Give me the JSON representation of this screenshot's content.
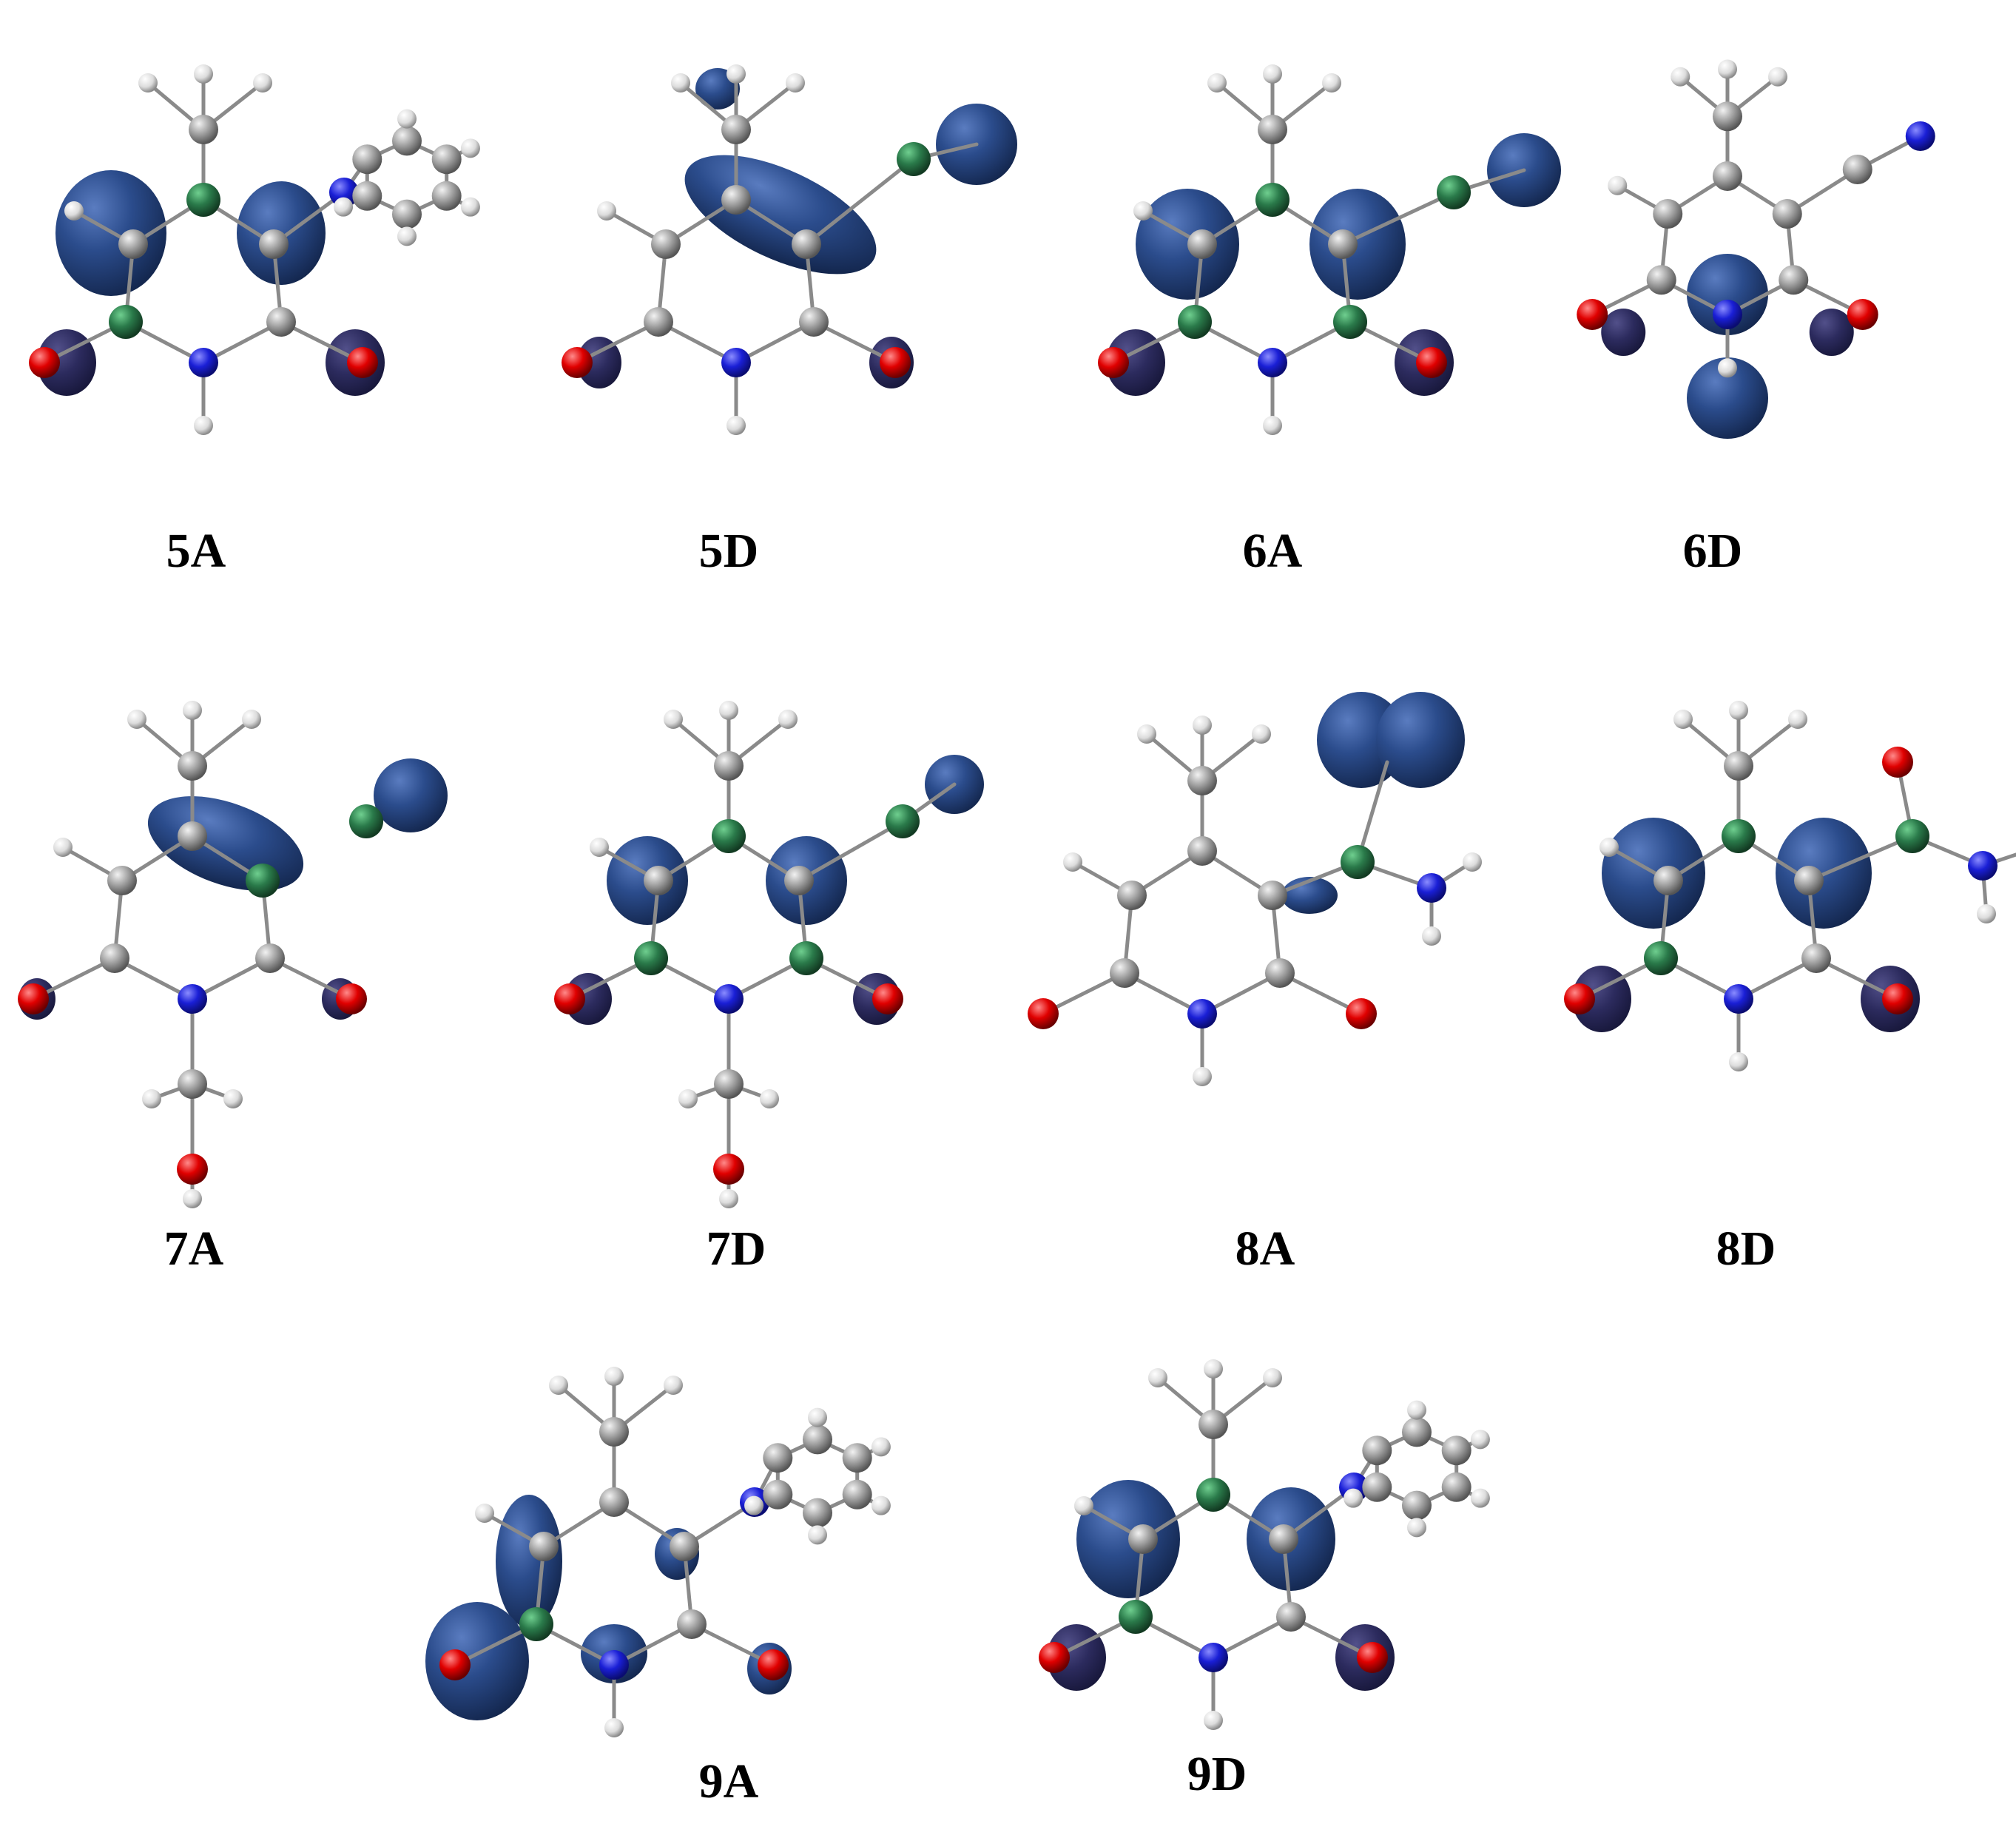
{
  "figure": {
    "panels": [
      {
        "id": "5A",
        "label": "5A"
      },
      {
        "id": "5D",
        "label": "5D"
      },
      {
        "id": "6A",
        "label": "6A"
      },
      {
        "id": "6D",
        "label": "6D"
      },
      {
        "id": "7A",
        "label": "7A"
      },
      {
        "id": "7D",
        "label": "7D"
      },
      {
        "id": "8A",
        "label": "8A"
      },
      {
        "id": "8D",
        "label": "8D"
      },
      {
        "id": "9A",
        "label": "9A"
      },
      {
        "id": "9D",
        "label": "9D"
      }
    ]
  },
  "colors": {
    "lobe": "#24447f",
    "lobe_light": "#3f63a8",
    "carbon": "#9a9a9a",
    "hydrogen": "#ececec",
    "nitrogen": "#1418d0",
    "oxygen": "#e00000",
    "fukui_green": "#2a7a4a",
    "background": "#ffffff",
    "text": "#000000"
  }
}
